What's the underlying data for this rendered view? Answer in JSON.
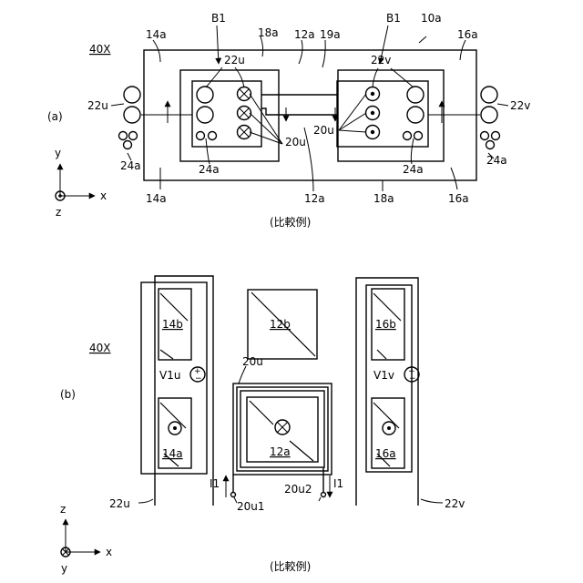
{
  "figure_a": {
    "label": "(a)",
    "caption": "(比較例)",
    "ref_40x": "40X",
    "labels": {
      "ref_10a": "10a",
      "b1_left": "B1",
      "b1_right": "B1",
      "r18a_top": "18a",
      "r12a_top": "12a",
      "r19a": "19a",
      "r14a_top": "14a",
      "r16a_top": "16a",
      "r22u_inner": "22u",
      "r22v_inner": "22v",
      "r22u_outer": "22u",
      "r22v_outer": "22v",
      "r20u_left": "20u",
      "r20u_right": "20u",
      "r24a_outer_left": "24a",
      "r24a_outer_right": "24a",
      "r24a_inner_left": "24a",
      "r24a_inner_right": "24a",
      "r14a_bottom": "14a",
      "r12a_bottom": "12a",
      "r18a_bottom": "18a",
      "r16a_bottom": "16a"
    },
    "axes": {
      "y": "y",
      "x": "x",
      "z": "z"
    }
  },
  "figure_b": {
    "label": "(b)",
    "caption": "(比較例)",
    "ref_40x": "40X",
    "labels": {
      "r14b": "14b",
      "r14a": "14a",
      "r12b": "12b",
      "r12a": "12a",
      "r16b": "16b",
      "r16a": "16a",
      "v1u": "V1u",
      "v1v": "V1v",
      "r20u": "20u",
      "i1_left": "I1",
      "i1_right": "I1",
      "r20u1": "20u1",
      "r20u2": "20u2",
      "r22u": "22u",
      "r22v": "22v",
      "plus": "+",
      "minus": "−"
    },
    "axes": {
      "z": "z",
      "x": "x",
      "y": "y"
    }
  }
}
